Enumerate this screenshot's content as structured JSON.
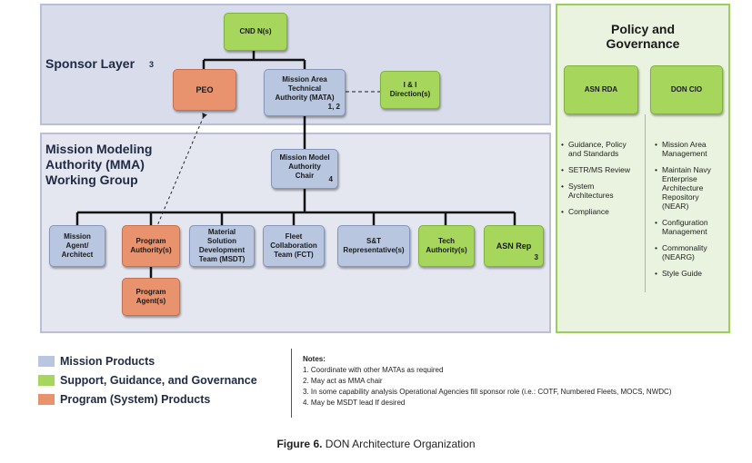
{
  "sponsor_layer": {
    "title": "Sponsor Layer",
    "note": "3"
  },
  "mma_group": {
    "title": "Mission Modeling\nAuthority (MMA)\nWorking Group"
  },
  "boxes": {
    "cnd": {
      "label": "CND N(s)"
    },
    "peo": {
      "label": "PEO"
    },
    "mata": {
      "label": "Mission Area\nTechnical\nAuthority (MATA)",
      "note": "1, 2"
    },
    "i_and_i": {
      "label": "I & I\nDirection(s)"
    },
    "mma_chair": {
      "label": "Mission Model\nAuthority\nChair",
      "note": "4"
    },
    "mission_agent": {
      "label": "Mission\nAgent/\nArchitect"
    },
    "program_authority": {
      "label": "Program\nAuthority(s)"
    },
    "msdt": {
      "label": "Material\nSolution\nDevelopment\nTeam (MSDT)"
    },
    "fct": {
      "label": "Fleet\nCollaboration\nTeam (FCT)"
    },
    "snt": {
      "label": "S&T\nRepresentative(s)"
    },
    "tech_authority": {
      "label": "Tech\nAuthority(s)"
    },
    "asn_rep": {
      "label": "ASN Rep",
      "note": "3"
    },
    "program_agent": {
      "label": "Program\nAgent(s)"
    }
  },
  "policy": {
    "title": "Policy and\nGovernance",
    "asn_rda": {
      "label": "ASN RDA",
      "bullets": [
        "Guidance, Policy\nand Standards",
        "SETR/MS Review",
        "System\nArchitectures",
        "Compliance"
      ]
    },
    "don_cio": {
      "label": "DON CIO",
      "bullets": [
        "Mission Area\nManagement",
        "Maintain Navy\nEnterprise\nArchitecture\nRepository\n(NEAR)",
        "Configuration\nManagement",
        "Commonality\n(NEARG)",
        "Style Guide"
      ]
    }
  },
  "legend": [
    {
      "label": "Mission Products",
      "color": "#b8c6df"
    },
    {
      "label": "Support, Guidance, and Governance",
      "color": "#a6d65c"
    },
    {
      "label": "Program (System) Products",
      "color": "#e8936e"
    }
  ],
  "notes": {
    "heading": "Notes:",
    "items": [
      "1. Coordinate with other MATAs as required",
      "2. May act as MMA chair",
      "3. In some capability analysis Operational Agencies fill sponsor role (i.e.: COTF, Numbered Fleets, MOCS, NWDC)",
      "4. May be MSDT lead If desired"
    ]
  },
  "caption": {
    "figure": "Figure 6.",
    "text": "DON Architecture Organization"
  }
}
